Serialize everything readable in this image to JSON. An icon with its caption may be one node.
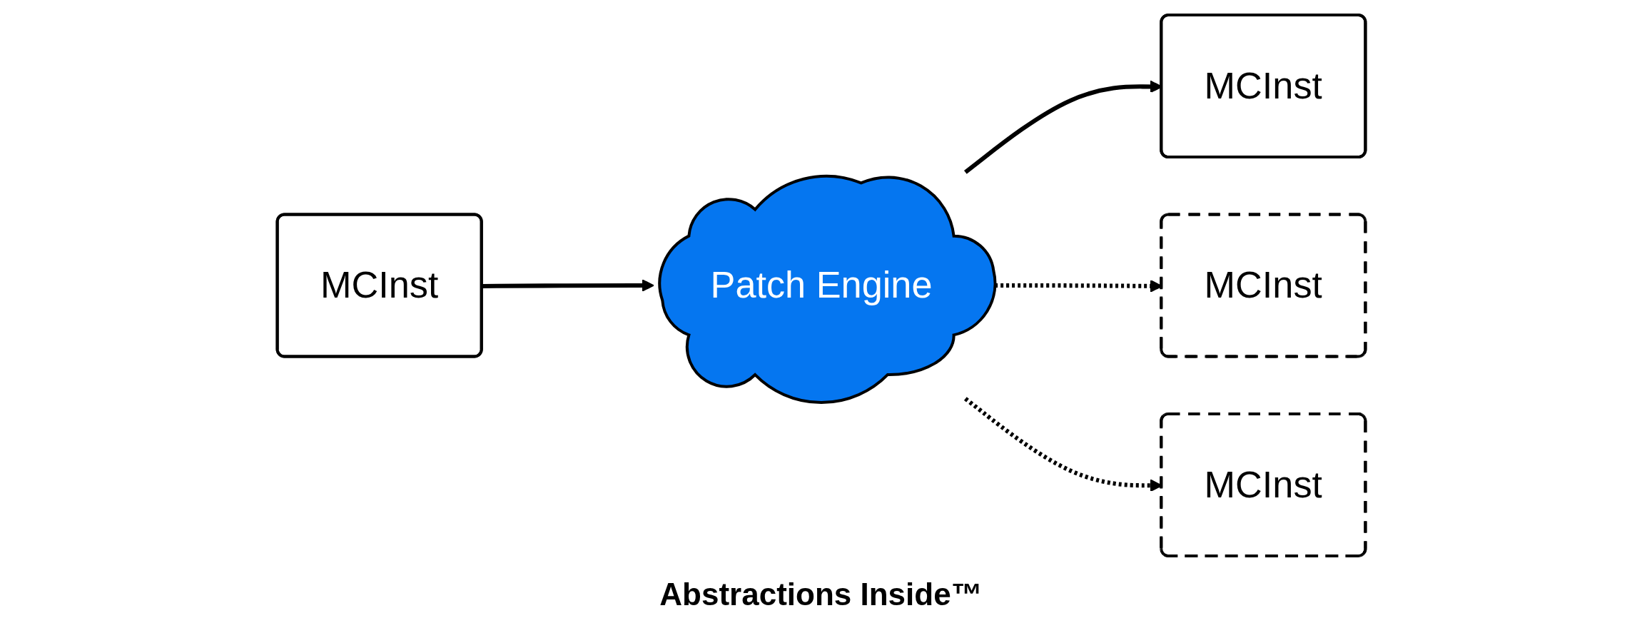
{
  "diagram": {
    "caption": "Abstractions Inside™",
    "nodes": [
      {
        "text": [
          "MCInst"
        ]
      },
      {
        "text": [
          "Patch Engine"
        ]
      },
      {
        "text": [
          "MCInst"
        ]
      },
      {
        "text": [
          "MCInst"
        ]
      },
      {
        "text": [
          "MCInst"
        ]
      }
    ],
    "edges": [
      {
        "from": 0,
        "to": 1,
        "arrow": "to"
      },
      {
        "from": 1,
        "to": 2,
        "arrow": "to"
      },
      {
        "from": 1,
        "to": 3,
        "arrow": "to",
        "style": "dashed"
      },
      {
        "from": 1,
        "to": 4,
        "arrow": "to",
        "style": "dashed"
      }
    ]
  }
}
